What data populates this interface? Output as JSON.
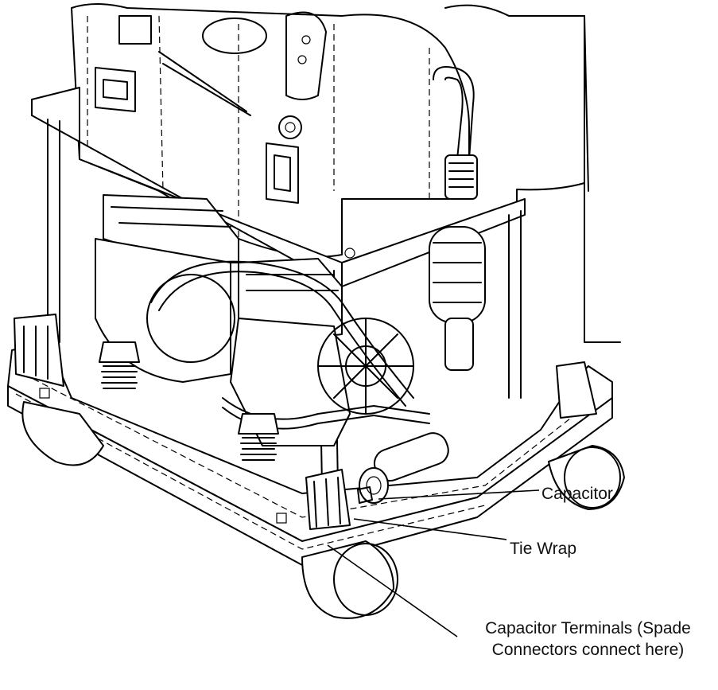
{
  "callouts": {
    "capacitor": "Capacitor",
    "tie_wrap": "Tie Wrap",
    "capacitor_terminals_line1": "Capacitor Terminals (Spade",
    "capacitor_terminals_line2": "Connectors connect here)"
  },
  "colors": {
    "line": "#000000",
    "background": "#ffffff"
  }
}
